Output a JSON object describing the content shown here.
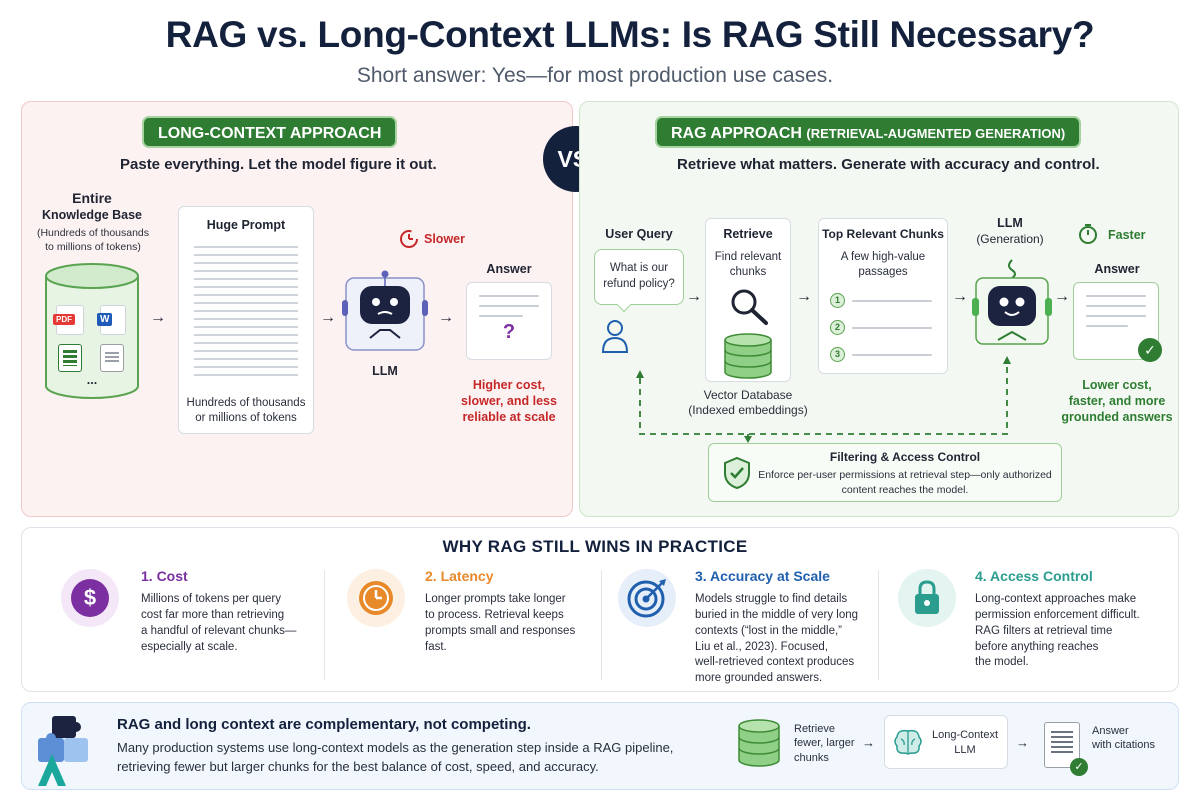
{
  "header": {
    "title": "RAG vs. Long-Context LLMs: Is RAG Still Necessary?",
    "subtitle": "Short answer: Yes—for most production use cases."
  },
  "vs_label": "VS.",
  "long_context": {
    "heading": "LONG-CONTEXT APPROACH",
    "tagline": "Paste everything. Let the model figure it out.",
    "kb_title_1": "Entire",
    "kb_title_2": "Knowledge Base",
    "kb_note_1": "(Hundreds of thousands",
    "kb_note_2": "to millions of tokens)",
    "file_pdf": "PDF",
    "file_doc": "W",
    "kb_more": "...",
    "prompt_title": "Huge Prompt",
    "prompt_note_1": "Hundreds of thousands",
    "prompt_note_2": "or millions of tokens",
    "speed": "Slower",
    "llm_label": "LLM",
    "answer_title": "Answer",
    "answer_mark": "?",
    "outcome_1": "Higher cost,",
    "outcome_2": "slower, and less",
    "outcome_3": "reliable at scale"
  },
  "rag": {
    "heading": "RAG APPROACH",
    "heading_sub": "(RETRIEVAL-AUGMENTED GENERATION)",
    "tagline": "Retrieve what matters. Generate with accuracy and control.",
    "query_title": "User Query",
    "query_1": "What is our",
    "query_2": "refund policy?",
    "retrieve_title": "Retrieve",
    "retrieve_1": "Find relevant",
    "retrieve_2": "chunks",
    "vdb_1": "Vector Database",
    "vdb_2": "(Indexed embeddings)",
    "chunks_title": "Top Relevant Chunks",
    "chunks_1": "A few high-value",
    "chunks_2": "passages",
    "chunk_nums": [
      "1",
      "2",
      "3"
    ],
    "llm_1": "LLM",
    "llm_2": "(Generation)",
    "speed": "Faster",
    "answer_title": "Answer",
    "outcome_1": "Lower cost,",
    "outcome_2": "faster, and more",
    "outcome_3": "grounded answers",
    "filter_title": "Filtering & Access Control",
    "filter_1": "Enforce per-user permissions at retrieval step—only authorized",
    "filter_2": "content reaches the model."
  },
  "why": {
    "title": "WHY RAG STILL WINS IN PRACTICE",
    "items": [
      {
        "title": "1. Cost",
        "lines": [
          "Millions of tokens per query",
          "cost far more than retrieving",
          "a handful of relevant chunks—",
          "especially at scale."
        ],
        "icon": "dollar-icon"
      },
      {
        "title": "2. Latency",
        "lines": [
          "Longer prompts take longer",
          "to process. Retrieval keeps",
          "prompts small and responses",
          "fast."
        ],
        "icon": "clock-icon"
      },
      {
        "title": "3. Accuracy at Scale",
        "lines": [
          "Models struggle to find details",
          "buried in the middle of very long",
          "contexts (“lost in the middle,”",
          "Liu et al., 2023). Focused,",
          "well-retrieved context produces",
          "more grounded answers."
        ],
        "icon": "target-icon"
      },
      {
        "title": "4. Access Control",
        "lines": [
          "Long-context approaches make",
          "permission enforcement difficult.",
          "RAG filters at retrieval time",
          "before anything reaches",
          "the model."
        ],
        "icon": "lock-icon"
      }
    ],
    "dollar": "$"
  },
  "bottom": {
    "heading": "RAG and long context are complementary, not competing.",
    "text_1": "Many production systems use long-context models as the generation step inside a RAG pipeline,",
    "text_2": "retrieving fewer but larger chunks for the best balance of cost, speed, and accuracy.",
    "flow_1": "Retrieve",
    "flow_2": "fewer, larger",
    "flow_3": "chunks",
    "llm_1": "Long-Context",
    "llm_2": "LLM",
    "ans_1": "Answer",
    "ans_2": "with citations"
  },
  "colors": {
    "cost": "#7b2fa0",
    "latency": "#e8892a",
    "accuracy": "#1f5fae",
    "access": "#2a9d8f",
    "green": "#2e7d32",
    "red": "#c62828"
  }
}
